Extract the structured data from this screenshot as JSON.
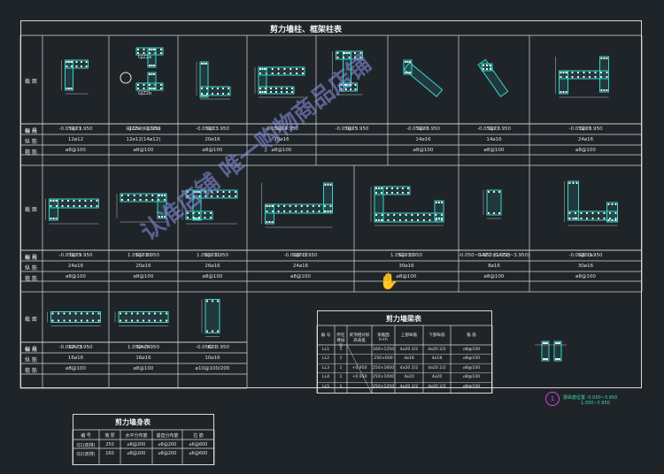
{
  "main_table": {
    "title": "剪力墙柱、框架柱表",
    "row_labels": {
      "section": "截 面",
      "id": "编 号",
      "elev": "标 高",
      "long": "纵 筋",
      "stir": "箍 筋"
    },
    "row1": [
      {
        "id": "GJZ1",
        "elev": "-0.050~3.950",
        "long": "12⌀12",
        "stir": "⌀8@100"
      },
      {
        "id": "GJZ2a (GJZ2b)",
        "elev": "-0.050~3.950",
        "long": "12⌀12(14⌀12)",
        "stir": "⌀8@100"
      },
      {
        "id": "GJZ3",
        "elev": "-0.050~3.950",
        "long": "20⌀16",
        "stir": "⌀8@100"
      },
      {
        "id": "GJZ4",
        "elev": "-0.050~3.950",
        "long": "20⌀16",
        "stir": "⌀8@100"
      },
      {
        "id": "GJZ5",
        "elev": "-0.050~3.950",
        "long": "",
        "stir": ""
      },
      {
        "id": "GJZ6",
        "elev": "-0.050~3.950",
        "long": "14⌀16",
        "stir": "⌀8@100"
      },
      {
        "id": "GJZ7",
        "elev": "-0.050~3.950",
        "long": "14⌀16",
        "stir": "⌀8@100"
      },
      {
        "id": "GJZ8",
        "elev": "-0.050~3.950",
        "long": "24⌀16",
        "stir": "⌀8@100"
      }
    ],
    "row2": [
      {
        "id": "GJZ9",
        "elev": "-0.050~3.950",
        "long": "24⌀16",
        "stir": "⌀8@100"
      },
      {
        "id": "GJZ10",
        "elev": "1.050~3.950",
        "long": "20⌀16",
        "stir": "⌀8@100"
      },
      {
        "id": "GJZ11",
        "elev": "1.050~3.950",
        "long": "26⌀16",
        "stir": "⌀8@100"
      },
      {
        "id": "GJZ12",
        "elev": "-0.050~3.950",
        "long": "24⌀16",
        "stir": "⌀8@100"
      },
      {
        "id": "GJZ13",
        "elev": "1.050~3.950",
        "long": "30⌀16",
        "stir": "⌀8@100"
      },
      {
        "id": "GAZ1 (GAZ2)",
        "elev": "-0.050~3.950 (1.050~3.950)",
        "long": "8⌀16",
        "stir": "⌀8@100"
      },
      {
        "id": "GJZ1a",
        "elev": "-0.050~3.950",
        "long": "30⌀16",
        "stir": "⌀8@100"
      }
    ],
    "row3": [
      {
        "id": "GAZ3",
        "elev": "-0.050~3.950",
        "long": "16⌀16",
        "stir": "⌀8@100"
      },
      {
        "id": "GAZ4",
        "elev": "1.050~3.950",
        "long": "16⌀16",
        "stir": "⌀8@100"
      },
      {
        "id": "KZ1",
        "elev": "-0.050~3.950",
        "long": "10⌀16",
        "stir": "⌀10@100/200"
      }
    ],
    "callouts": [
      "GJZ2a",
      "GJZ2b"
    ]
  },
  "beam_table": {
    "title": "剪力墙梁表",
    "headers": [
      "编 号",
      "所在楼层号",
      "梁顶相对标高高差",
      "梁截面 b×h",
      "上部纵筋",
      "下部纵筋",
      "箍 筋"
    ],
    "rows": [
      [
        "LL1",
        "1",
        "",
        "160×1250",
        "4⌀20 2/2",
        "4⌀20 2/2",
        "⌀8@100"
      ],
      [
        "LL2",
        "1",
        "",
        "250×600",
        "4⌀18",
        "4⌀18",
        "⌀8@100"
      ],
      [
        "LL3",
        "1",
        "+0.950",
        "250×1600",
        "4⌀20 2/2",
        "4⌀20 2/2",
        "⌀8@100"
      ],
      [
        "LL4",
        "1",
        "+0.950",
        "250×1000",
        "4⌀20",
        "4⌀20",
        "⌀8@100"
      ],
      [
        "LL5",
        "1",
        "",
        "250×1250",
        "4⌀20 2/2",
        "4⌀20 2/2",
        "⌀8@100"
      ]
    ]
  },
  "wall_table": {
    "title": "剪力墙身表",
    "headers": [
      "编 号",
      "墙 厚",
      "水平分布筋",
      "垂直分布筋",
      "拉 筋"
    ],
    "rows": [
      [
        "Q1(双排)",
        "250",
        "⌀8@200",
        "⌀8@200",
        "⌀6@600"
      ],
      [
        "Q2(双排)",
        "160",
        "⌀8@200",
        "⌀8@200",
        "⌀6@600"
      ]
    ]
  },
  "side_note": {
    "marker": "1",
    "line1": "梁纵筋位置 -0.050~3.950",
    "line2": "1.050~3.950"
  },
  "watermark": "认准店铺 唯一购物商品店铺",
  "colors": {
    "background": "#1f2429",
    "line": "#d9d9d9",
    "rebar": "#35d6c8",
    "dimension": "#e8e8e8",
    "watermark": "#8c96e6",
    "marker": "#e040e0"
  }
}
